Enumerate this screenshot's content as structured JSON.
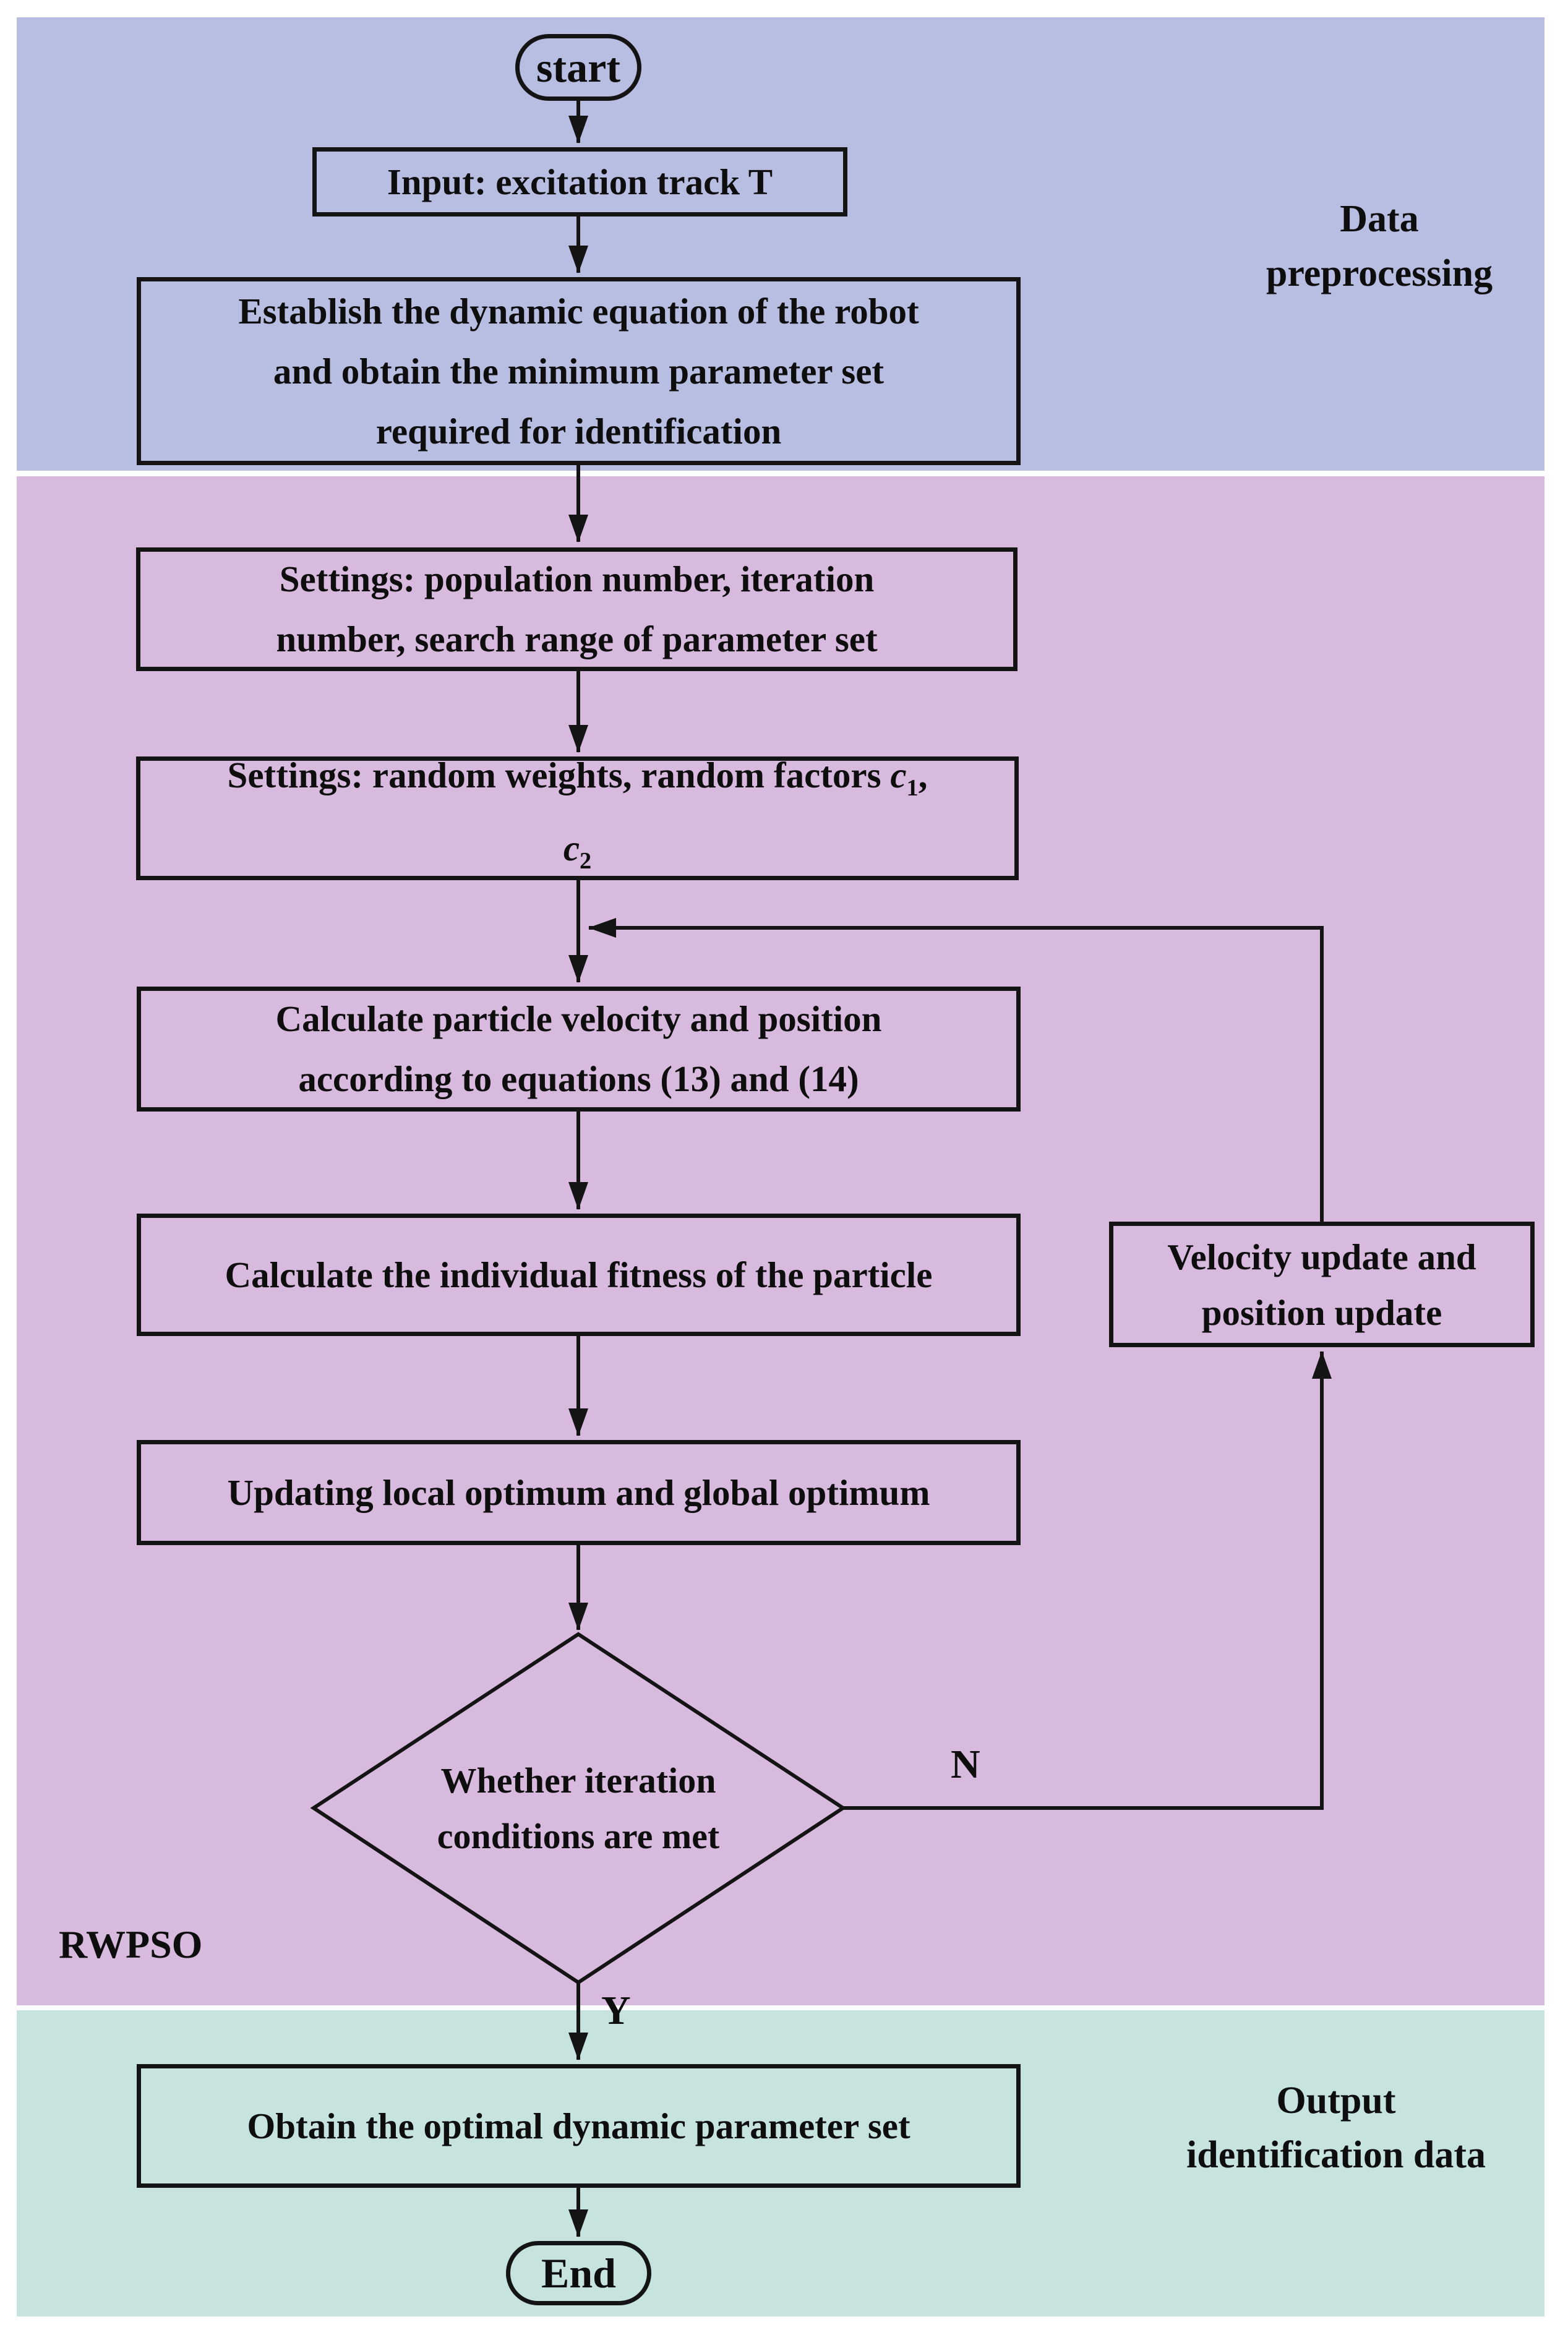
{
  "title": "RWPSO robot dynamic parameter identification flowchart",
  "bands": {
    "data_preprocessing": {
      "label_line1": "Data",
      "label_line2": "preprocessing",
      "color": "#b8bde2"
    },
    "rwpso": {
      "label": "RWPSO",
      "color": "#d8bade"
    },
    "output": {
      "label_line1": "Output",
      "label_line2": "identification data",
      "color": "#c6e3de"
    }
  },
  "nodes": {
    "start": {
      "label": "start"
    },
    "input": {
      "label": "Input: excitation track T"
    },
    "establish": {
      "line1": "Establish the dynamic equation of the robot",
      "line2": "and obtain the minimum parameter set",
      "line3": "required for identification"
    },
    "settings_population": {
      "line1": "Settings: population number, iteration",
      "line2": "number, search range of parameter set"
    },
    "settings_weights": {
      "prefix": "Settings: random weights, random factors ",
      "var1": "c",
      "sub1": "1",
      "comma": ",",
      "var2": "c",
      "sub2": "2"
    },
    "calc_velocity": {
      "line1": "Calculate particle velocity and position",
      "line2": "according to equations (13) and (14)"
    },
    "fitness": {
      "label": "Calculate the individual fitness of the particle"
    },
    "updating": {
      "label": "Updating local optimum and global optimum"
    },
    "decision": {
      "line1": "Whether iteration",
      "line2": "conditions are met"
    },
    "velocity_update": {
      "line1": "Velocity update and",
      "line2": "position update"
    },
    "obtain": {
      "label": "Obtain the optimal dynamic parameter set"
    },
    "end": {
      "label": "End"
    }
  },
  "edges": {
    "no_label": "N",
    "yes_label": "Y"
  },
  "colors": {
    "band_blue": "#b8bde2",
    "band_pink": "#d8bade",
    "band_teal": "#c6e3de",
    "line": "#141414",
    "text": "#0e0e0e",
    "background": "#ffffff"
  }
}
